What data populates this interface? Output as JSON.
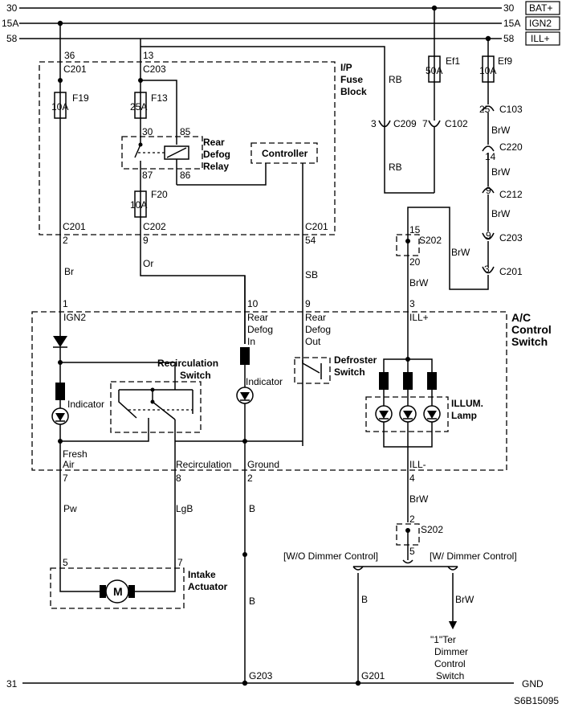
{
  "rails": {
    "bat": {
      "num": "30",
      "label": "BAT+"
    },
    "ign": {
      "num": "15A",
      "label": "IGN2"
    },
    "ill": {
      "num": "58",
      "label": "ILL+"
    },
    "gnd": {
      "num": "31",
      "label": "GND"
    }
  },
  "fuse_block": {
    "title_1": "I/P",
    "title_2": "Fuse",
    "title_3": "Block",
    "pin_36": "36",
    "pin_13": "13",
    "conn_c201_top": "C201",
    "conn_c203_top": "C203",
    "f19": "F19",
    "f19_rating": "10A",
    "f13": "F13",
    "f13_rating": "25A",
    "f20": "F20",
    "f20_rating": "10A",
    "relay_1": "Rear",
    "relay_2": "Defog",
    "relay_3": "Relay",
    "relay_pin_30": "30",
    "relay_pin_85": "85",
    "relay_pin_87": "87",
    "relay_pin_86": "86",
    "controller": "Controller",
    "c201_left": "C201",
    "c202": "C202",
    "c201_right": "C201",
    "pin_2": "2",
    "pin_9": "9",
    "pin_54": "54"
  },
  "wires": {
    "br": "Br",
    "or": "Or",
    "sb": "SB",
    "rb_1": "RB",
    "rb_2": "RB",
    "brw_1": "BrW",
    "brw_2": "BrW",
    "brw_3": "BrW",
    "brw_4": "BrW",
    "brw_5": "BrW",
    "brw_6": "BrW",
    "pw": "Pw",
    "lgb": "LgB",
    "b_1": "B",
    "b_2": "B",
    "b_3": "B",
    "brw_7": "BrW"
  },
  "right_chain": {
    "ef1": "Ef1",
    "ef1_rating": "50A",
    "ef9": "Ef9",
    "ef9_rating": "10A",
    "c209_pin": "3",
    "c209": "C209",
    "c102_pin": "7",
    "c102": "C102",
    "c103_pin": "25",
    "c103": "C103",
    "c220_pin": "14",
    "c220": "C220",
    "c212_pin": "9",
    "c212": "C212",
    "c203_pin": "9",
    "c203": "C203",
    "c201_pin": "3",
    "c201": "C201",
    "s202_top_pin_a": "15",
    "s202_top": "S202",
    "s202_top_pin_b": "20"
  },
  "ac_switch": {
    "title_1": "A/C",
    "title_2": "Control",
    "title_3": "Switch",
    "pin_1": "1",
    "ign2": "IGN2",
    "pin_10": "10",
    "rd_in_1": "Rear",
    "rd_in_2": "Defog",
    "rd_in_3": "In",
    "pin_9": "9",
    "rd_out_1": "Rear",
    "rd_out_2": "Defog",
    "rd_out_3": "Out",
    "pin_3": "3",
    "ill_plus": "ILL+",
    "recirc_1": "Recirculation",
    "recirc_2": "Switch",
    "indicator_left": "Indicator",
    "indicator_mid": "Indicator",
    "defroster_1": "Defroster",
    "defroster_2": "Switch",
    "illum_1": "ILLUM.",
    "illum_2": "Lamp",
    "fresh_1": "Fresh",
    "fresh_2": "Air",
    "recirc_label": "Recirculation",
    "ground": "Ground",
    "ill_minus": "ILL-",
    "pin_7": "7",
    "pin_8": "8",
    "pin_2": "2",
    "pin_4": "4"
  },
  "actuator": {
    "pin_5": "5",
    "pin_7": "7",
    "motor": "M",
    "title_1": "Intake",
    "title_2": "Actuator"
  },
  "lower": {
    "s202_pin_a": "2",
    "s202": "S202",
    "s202_pin_b": "5",
    "wo_dimmer": "[W/O Dimmer Control]",
    "w_dimmer": "[W/ Dimmer Control]",
    "dimmer_1": "\"1\"Ter",
    "dimmer_2": "Dimmer",
    "dimmer_3": "Control",
    "dimmer_4": "Switch",
    "g203": "G203",
    "g201": "G201",
    "code": "S6B15095"
  }
}
